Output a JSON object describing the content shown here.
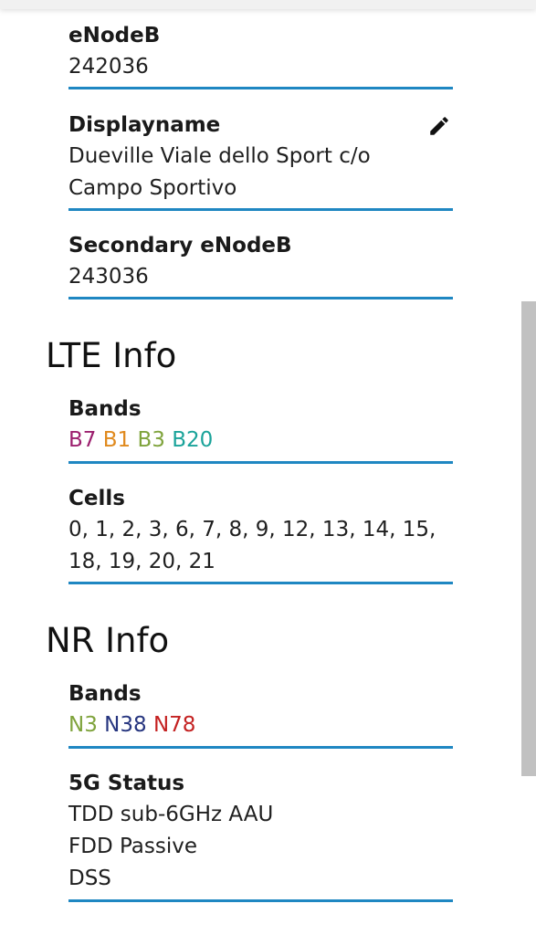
{
  "fields": {
    "enodeb": {
      "label": "eNodeB",
      "value": "242036"
    },
    "displayname": {
      "label": "Displayname",
      "value_line1": "Dueville Viale dello Sport c/o",
      "value_line2": "Campo Sportivo"
    },
    "secondary_enodeb": {
      "label": "Secondary eNodeB",
      "value": "243036"
    }
  },
  "lte": {
    "title": "LTE Info",
    "bands_label": "Bands",
    "bands": [
      {
        "name": "B7",
        "color": "#9c1f6e"
      },
      {
        "name": "B1",
        "color": "#e08a1e"
      },
      {
        "name": "B3",
        "color": "#7fa33c"
      },
      {
        "name": "B20",
        "color": "#1aa39a"
      }
    ],
    "cells_label": "Cells",
    "cells_line1": "0, 1, 2, 3, 6, 7, 8, 9, 12, 13, 14, 15,",
    "cells_line2": "18, 19, 20, 21"
  },
  "nr": {
    "title": "NR Info",
    "bands_label": "Bands",
    "bands": [
      {
        "name": "N3",
        "color": "#7fa33c"
      },
      {
        "name": "N38",
        "color": "#26357f"
      },
      {
        "name": "N78",
        "color": "#c42121"
      }
    ],
    "status_label": "5G Status",
    "status_line1": "TDD sub-6GHz AAU",
    "status_line2": "FDD Passive",
    "status_line3": "DSS"
  },
  "colors": {
    "divider": "#1f87c2"
  },
  "icons": {
    "edit": "pencil-icon"
  }
}
